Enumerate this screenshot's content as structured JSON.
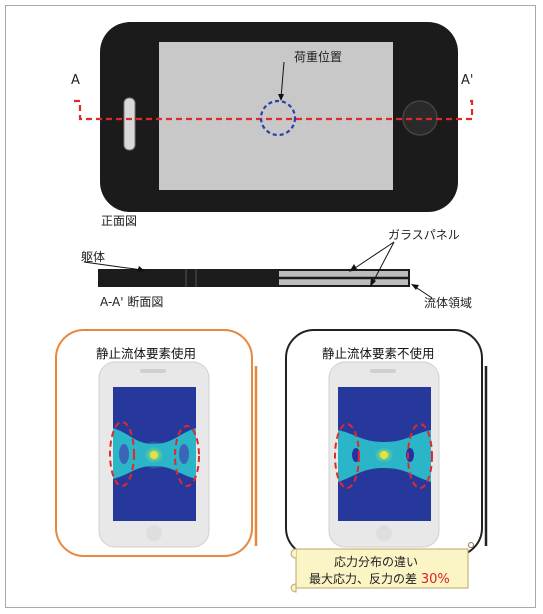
{
  "top_view": {
    "load_position_label": "荷重位置",
    "section_start_label": "A",
    "section_end_label": "A'",
    "caption": "正面図"
  },
  "section_view": {
    "body_label": "躯体",
    "glass_panel_label": "ガラスパネル",
    "fluid_region_label": "流体領域",
    "caption": "A-A' 断面図"
  },
  "panel_left": {
    "title": "静止流体要素使用",
    "border_color": "#e8873e"
  },
  "panel_right": {
    "title": "静止流体要素不使用",
    "border_color": "#222222"
  },
  "note": {
    "line1": "応力分布の違い",
    "line2_prefix": "最大応力、反力の差",
    "line2_value": "30%",
    "value_color": "#e02020",
    "background": "#fbf4c4"
  }
}
